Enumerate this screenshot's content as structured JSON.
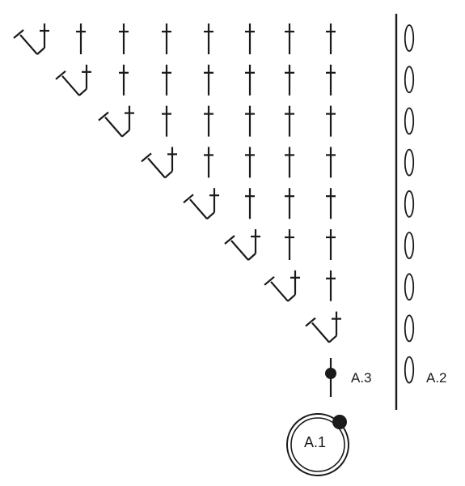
{
  "labels": {
    "a1": "A.1",
    "a2": "A.2",
    "a3": "A.3"
  },
  "chart_diagram": {
    "rows": 8,
    "columns": 8,
    "symbols": {
      "stitch": "treble-crochet-symbol",
      "corner": "v-stitch-symbol",
      "chain": "chain-oval-symbol",
      "slip": "slip-stitch-dot-symbol",
      "ring": "magic-ring-symbol"
    },
    "chain_count": 9
  },
  "colors": {
    "ink": "#1a1a1a",
    "background": "#ffffff"
  }
}
